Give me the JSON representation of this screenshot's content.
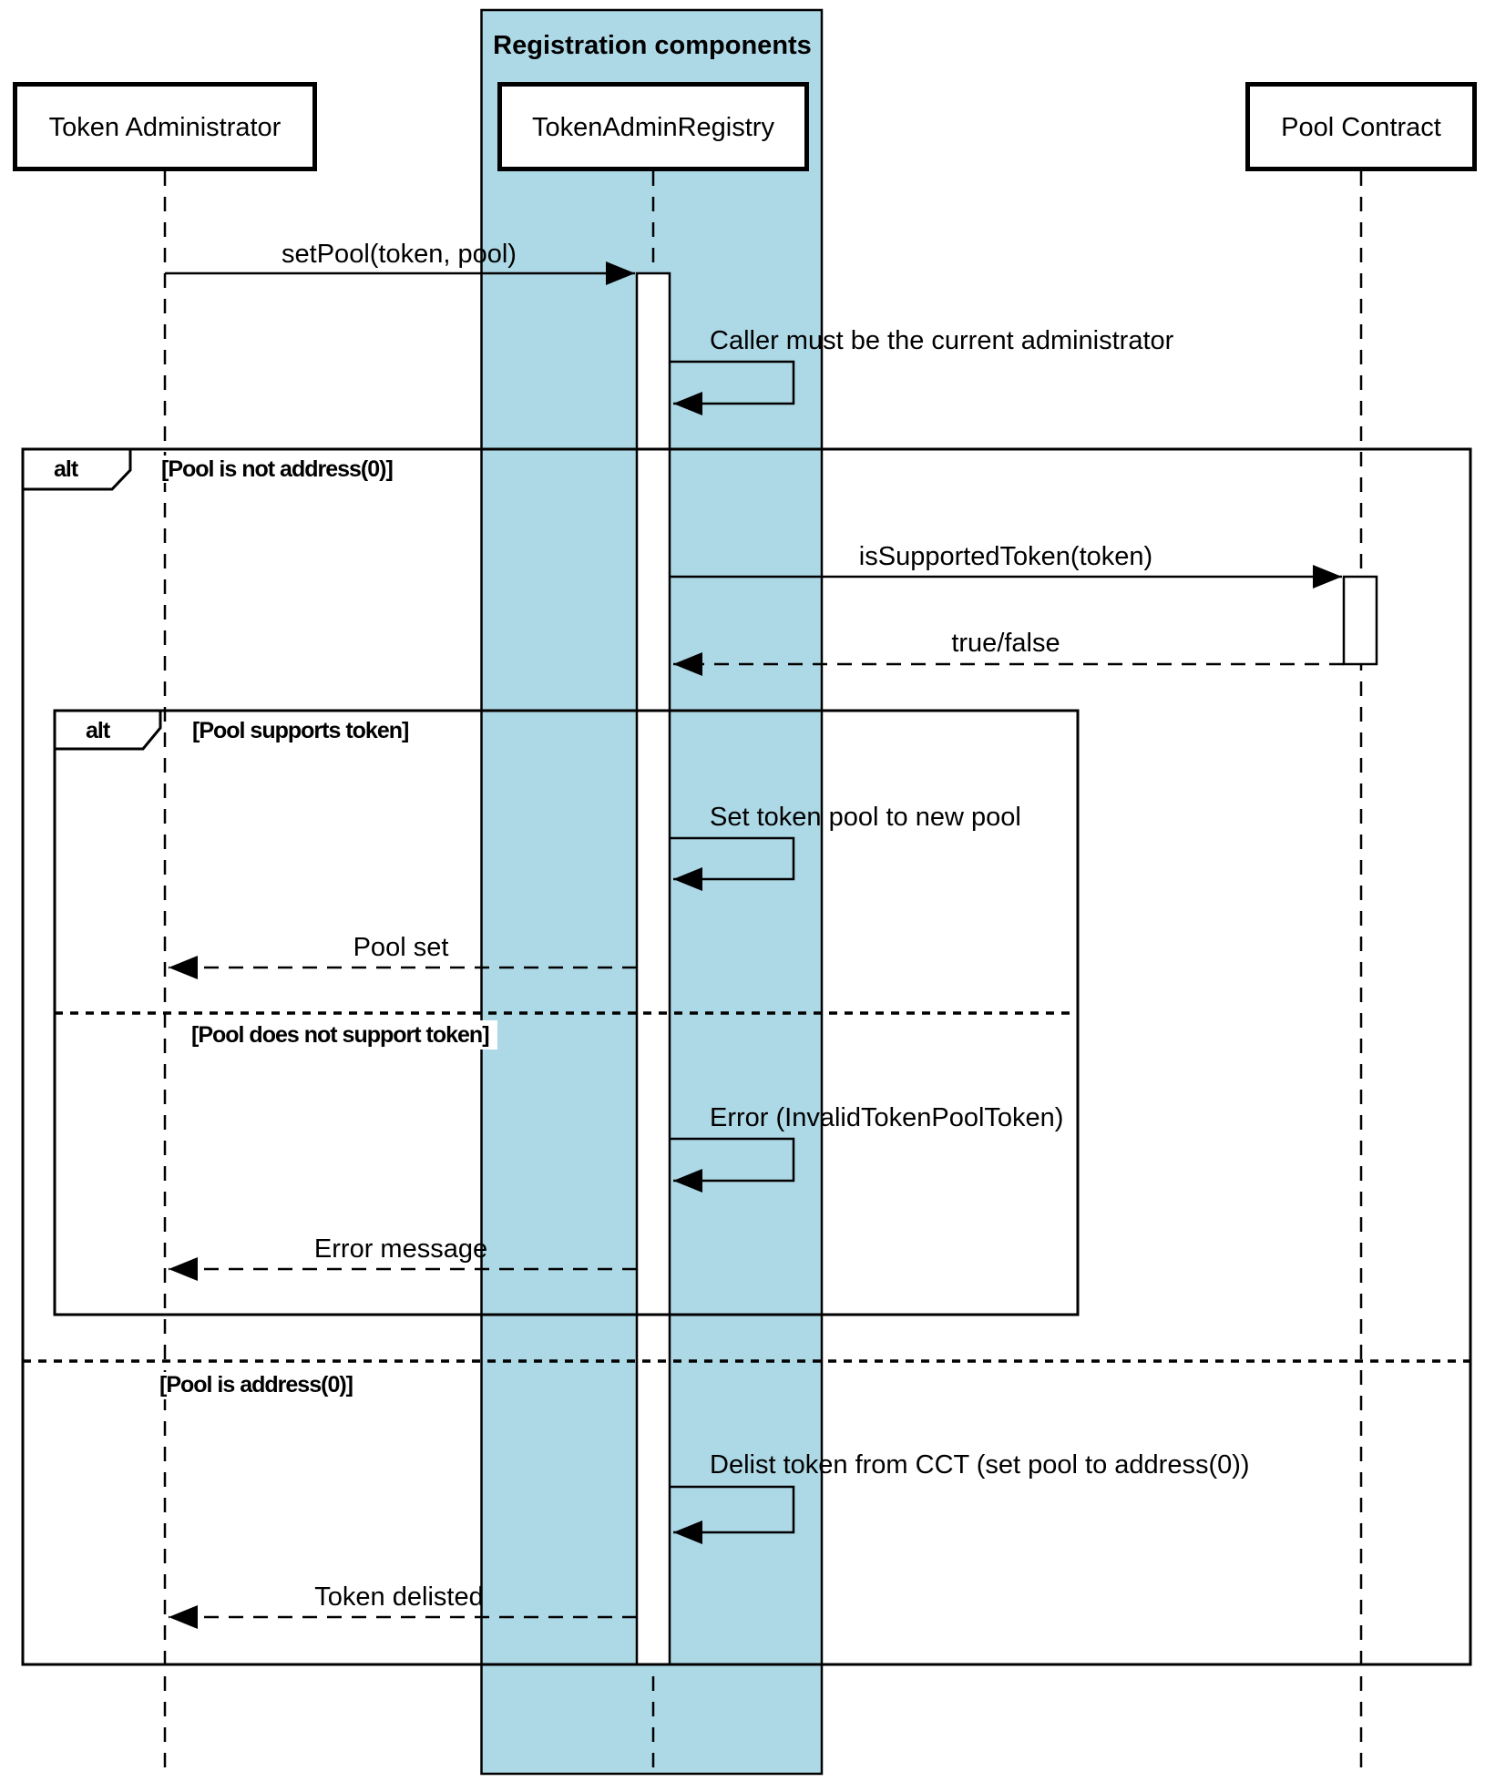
{
  "diagram": {
    "type": "uml-sequence-diagram",
    "colors": {
      "group_fill": "#ADD8E6",
      "stroke": "#000000",
      "text": "#000000",
      "background": "#FFFFFF",
      "activation_fill": "#FFFFFF"
    },
    "group": {
      "title": "Registration components",
      "members": [
        "TokenAdminRegistry"
      ]
    },
    "actors": [
      {
        "label": "Token Administrator"
      },
      {
        "label": "TokenAdminRegistry"
      },
      {
        "label": "Pool Contract"
      }
    ],
    "frames": {
      "outer": {
        "operator": "alt",
        "guard_top": "[Pool is not address(0)]",
        "guard_bottom": "[Pool is address(0)]"
      },
      "inner": {
        "operator": "alt",
        "guard_top": "[Pool supports token]",
        "guard_bottom": "[Pool does not support token]"
      }
    },
    "messages": {
      "set_pool": {
        "label": "setPool(token, pool)",
        "type": "call",
        "from": "Token Administrator",
        "to": "TokenAdminRegistry"
      },
      "caller_check": {
        "label": "Caller must be the current administrator",
        "type": "self",
        "on": "TokenAdminRegistry"
      },
      "is_supported": {
        "label": "isSupportedToken(token)",
        "type": "call",
        "from": "TokenAdminRegistry",
        "to": "Pool Contract"
      },
      "true_false": {
        "label": "true/false",
        "type": "return",
        "from": "Pool Contract",
        "to": "TokenAdminRegistry"
      },
      "set_token_pool": {
        "label": "Set token pool to new pool",
        "type": "self",
        "on": "TokenAdminRegistry"
      },
      "pool_set": {
        "label": "Pool set",
        "type": "return",
        "from": "TokenAdminRegistry",
        "to": "Token Administrator"
      },
      "error_invalid": {
        "label": "Error (InvalidTokenPoolToken)",
        "type": "self",
        "on": "TokenAdminRegistry"
      },
      "error_message": {
        "label": "Error message",
        "type": "return",
        "from": "TokenAdminRegistry",
        "to": "Token Administrator"
      },
      "delist": {
        "label": "Delist token from CCT (set pool to address(0))",
        "type": "self",
        "on": "TokenAdminRegistry"
      },
      "token_delisted": {
        "label": "Token delisted",
        "type": "return",
        "from": "TokenAdminRegistry",
        "to": "Token Administrator"
      }
    }
  }
}
